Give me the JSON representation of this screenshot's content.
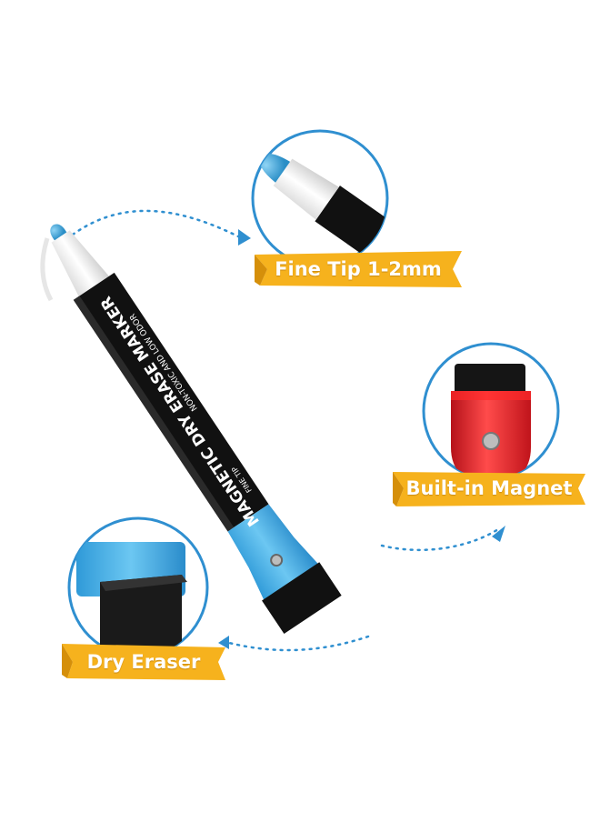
{
  "labels": {
    "fine_tip": "Fine Tip 1-2mm",
    "magnet": "Built-in Magnet",
    "eraser": "Dry Eraser"
  },
  "marker": {
    "title": "MAGNETIC DRY ERASE MARKER",
    "subtitle": "NON-TOXIC AND LOW ODOR",
    "tip_label": "FINE TIP"
  },
  "colors": {
    "ribbon": "#f6b21d",
    "ribbon_dark": "#d58f0a",
    "barrel": "#111111",
    "tip_blue": "#3aa6dc",
    "cap_blue": "#4fb3e8",
    "connector": "#2f8fd0",
    "magnet_red": "#e3232a"
  }
}
